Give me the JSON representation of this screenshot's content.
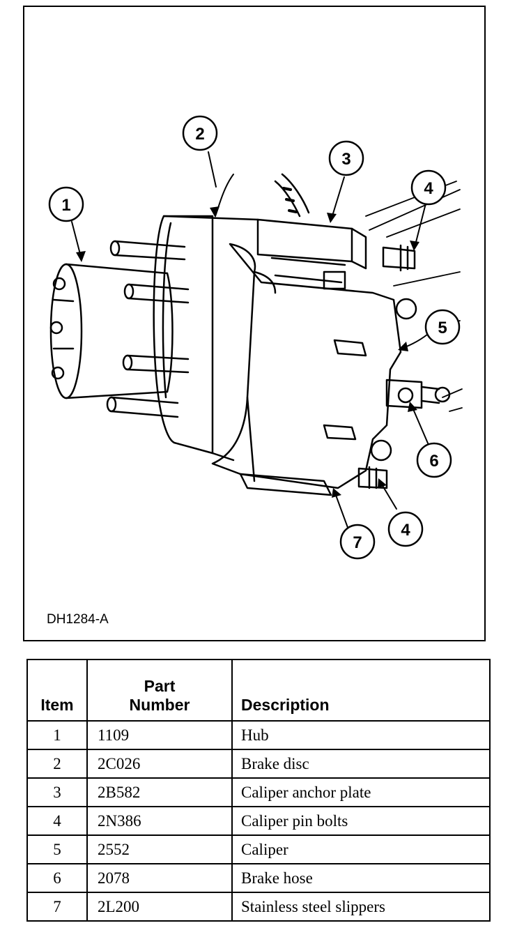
{
  "figure": {
    "id": "DH1284-A",
    "callouts": [
      "1",
      "2",
      "3",
      "4",
      "5",
      "6",
      "4",
      "7"
    ]
  },
  "table": {
    "headers": {
      "item": "Item",
      "part_line1": "Part",
      "part_line2": "Number",
      "description": "Description"
    },
    "rows": [
      {
        "item": "1",
        "part": "1109",
        "description": "Hub"
      },
      {
        "item": "2",
        "part": "2C026",
        "description": "Brake disc"
      },
      {
        "item": "3",
        "part": "2B582",
        "description": "Caliper anchor plate"
      },
      {
        "item": "4",
        "part": "2N386",
        "description": "Caliper pin bolts"
      },
      {
        "item": "5",
        "part": "2552",
        "description": "Caliper"
      },
      {
        "item": "6",
        "part": "2078",
        "description": "Brake hose"
      },
      {
        "item": "7",
        "part": "2L200",
        "description": "Stainless steel slippers"
      }
    ]
  }
}
